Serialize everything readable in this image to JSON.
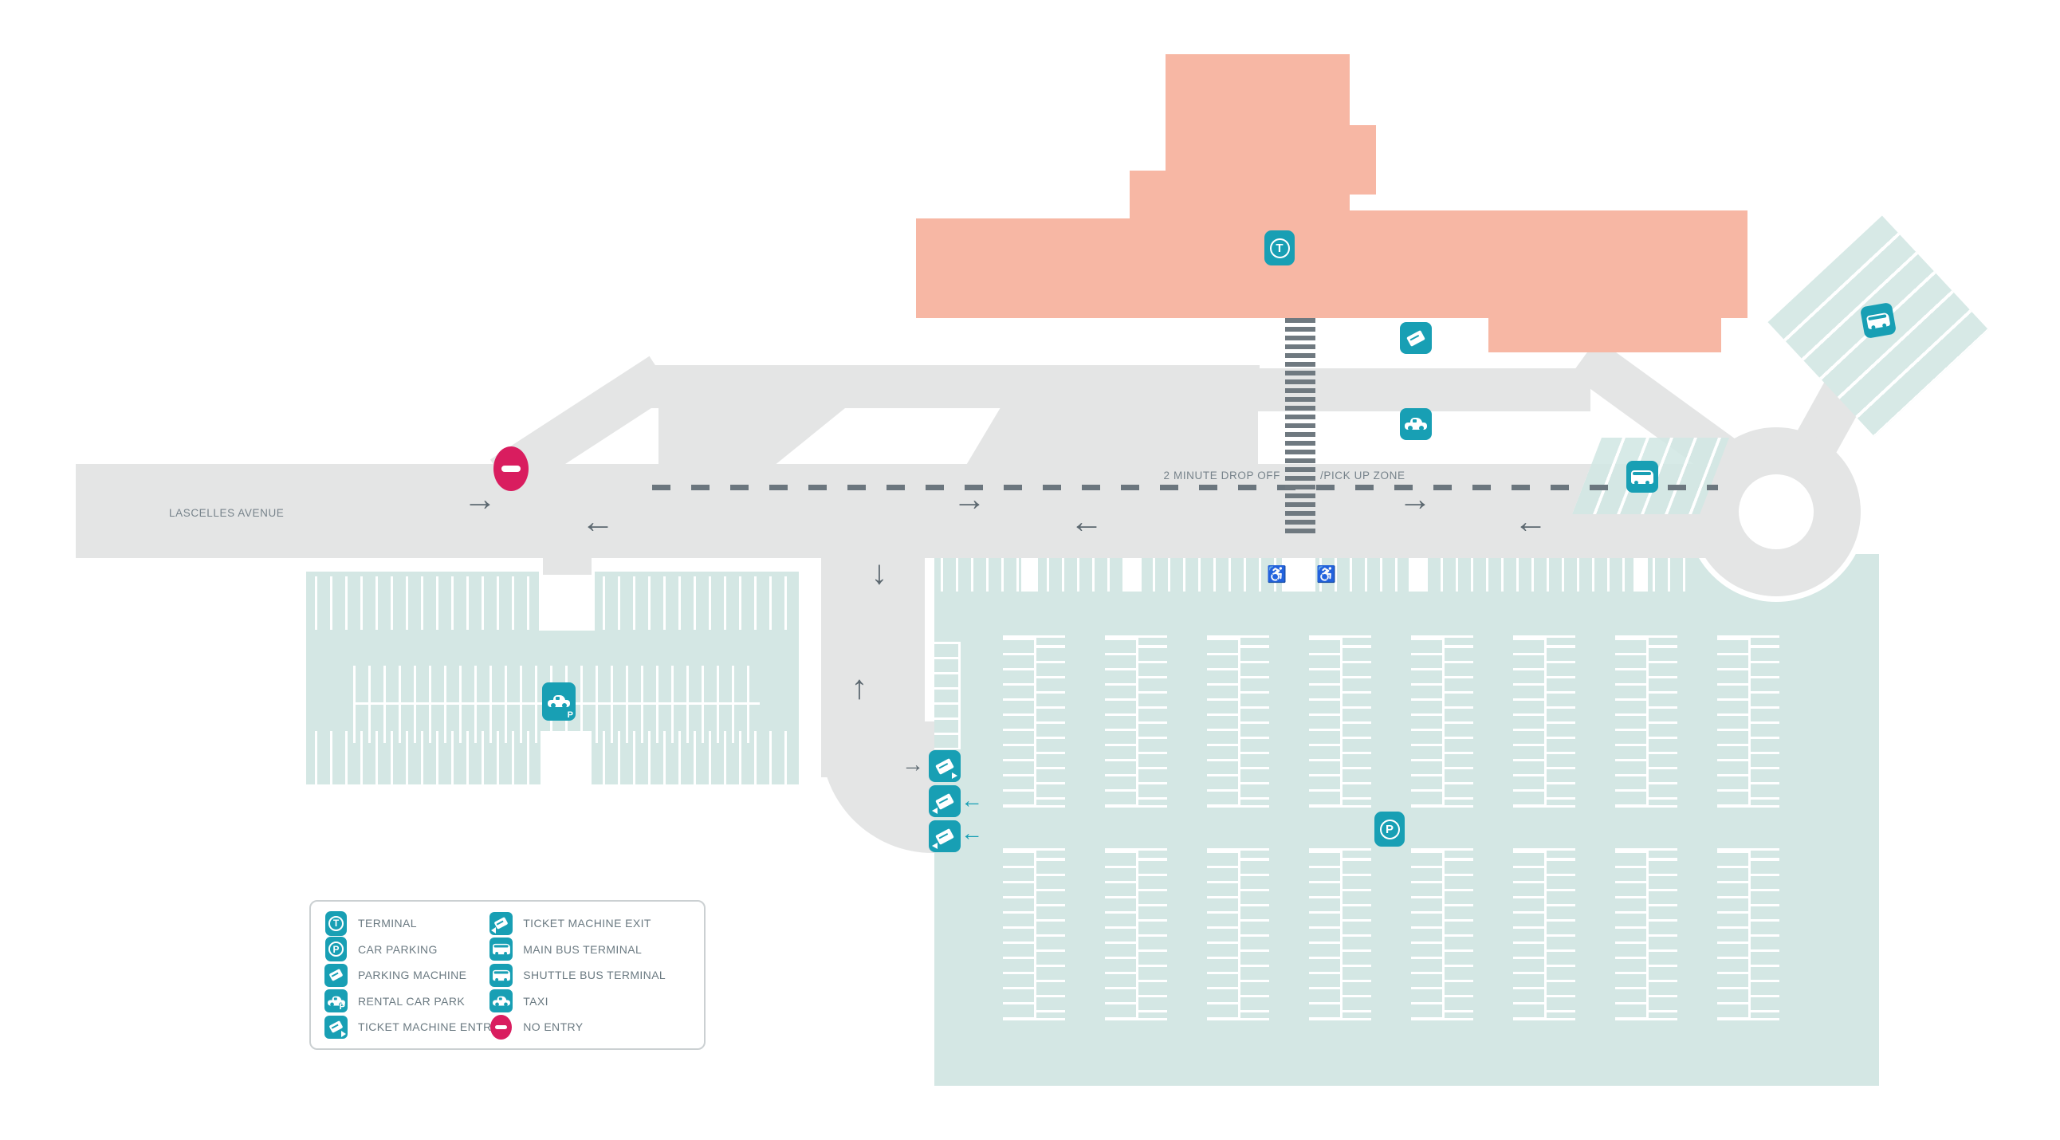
{
  "map": {
    "street_label": "LASCELLES AVENUE",
    "dropoff_label_left": "2 MINUTE DROP OFF",
    "dropoff_label_right": "/PICK UP ZONE"
  },
  "glyphs": {
    "arrow_right": "→",
    "arrow_left": "←",
    "arrow_down": "↓",
    "arrow_up": "↑",
    "wheelchair": "♿",
    "terminal_letter": "T",
    "parking_letter": "P"
  },
  "legend": {
    "items": [
      {
        "icon": "terminal-icon",
        "label": "TERMINAL"
      },
      {
        "icon": "car-parking-icon",
        "label": "CAR PARKING"
      },
      {
        "icon": "parking-machine-icon",
        "label": "PARKING MACHINE"
      },
      {
        "icon": "rental-car-park-icon",
        "label": "RENTAL CAR PARK"
      },
      {
        "icon": "ticket-machine-entry-icon",
        "label": "TICKET MACHINE ENTRY"
      },
      {
        "icon": "ticket-machine-exit-icon",
        "label": "TICKET MACHINE EXIT"
      },
      {
        "icon": "main-bus-terminal-icon",
        "label": "MAIN BUS TERMINAL"
      },
      {
        "icon": "shuttle-bus-terminal-icon",
        "label": "SHUTTLE BUS TERMINAL"
      },
      {
        "icon": "taxi-icon",
        "label": "TAXI"
      },
      {
        "icon": "no-entry-icon",
        "label": "NO ENTRY"
      }
    ]
  },
  "colors": {
    "terminal_building": "#f7b7a4",
    "road": "#e4e5e5",
    "parking_area": "#d4e7e4",
    "icon_teal": "#189fb4",
    "no_entry_pink": "#d91d5f",
    "line_gray": "#6b767e",
    "text_gray": "#77838b"
  }
}
